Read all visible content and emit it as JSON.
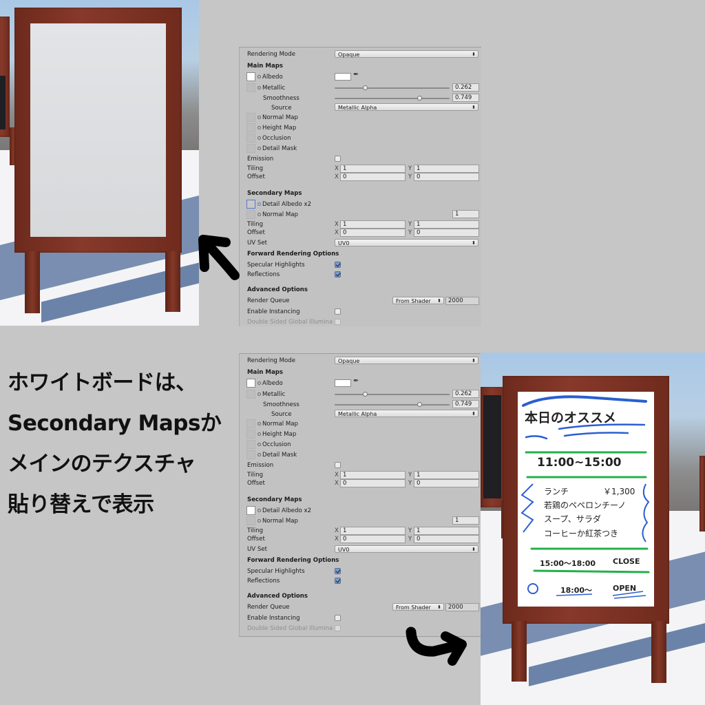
{
  "caption": {
    "lines": [
      "ホワイトボードは、",
      "Secondary Mapsか",
      "メインのテクスチャ",
      "貼り替えで表示"
    ]
  },
  "colors": {
    "background": "#c6c6c6",
    "panel": "#c2c2c2",
    "frame_wood": "#7b3323",
    "shadow": "#6b83a8",
    "marker_blue": "#2a5fcf",
    "marker_green": "#23b04a",
    "checkbox_on": "#7f98c5"
  },
  "inspector_top": {
    "rendering_mode_label": "Rendering Mode",
    "rendering_mode_value": "Opaque",
    "main_maps_header": "Main Maps",
    "albedo_label": "Albedo",
    "metallic_label": "Metallic",
    "metallic_value": "0.262",
    "smoothness_label": "Smoothness",
    "smoothness_value": "0.749",
    "source_label": "Source",
    "source_value": "Metallic Alpha",
    "normal_map_label": "Normal Map",
    "height_map_label": "Height Map",
    "occlusion_label": "Occlusion",
    "detail_mask_label": "Detail Mask",
    "emission_label": "Emission",
    "tiling_label": "Tiling",
    "tiling_x": "1",
    "tiling_y": "1",
    "offset_label": "Offset",
    "offset_x": "0",
    "offset_y": "0",
    "secondary_maps_header": "Secondary Maps",
    "detail_albedo_label": "Detail Albedo x2",
    "sec_normal_map_label": "Normal Map",
    "sec_normal_scale": "1",
    "sec_tiling_label": "Tiling",
    "sec_tiling_x": "1",
    "sec_tiling_y": "1",
    "sec_offset_label": "Offset",
    "sec_offset_x": "0",
    "sec_offset_y": "0",
    "uv_set_label": "UV Set",
    "uv_set_value": "UV0",
    "forward_header": "Forward Rendering Options",
    "specular_label": "Specular Highlights",
    "reflections_label": "Reflections",
    "advanced_header": "Advanced Options",
    "render_queue_label": "Render Queue",
    "render_queue_mode": "From Shader",
    "render_queue_value": "2000",
    "instancing_label": "Enable Instancing",
    "double_sided_label": "Double Sided Global Illumina",
    "axis_x": "X",
    "axis_y": "Y",
    "dropdown_arrow": "⬍"
  },
  "inspector_bottom": {
    "rendering_mode_label": "Rendering Mode",
    "rendering_mode_value": "Opaque",
    "main_maps_header": "Main Maps",
    "albedo_label": "Albedo",
    "metallic_label": "Metallic",
    "metallic_value": "0.262",
    "smoothness_label": "Smoothness",
    "smoothness_value": "0.749",
    "source_label": "Source",
    "source_value": "Metallic Alpha",
    "normal_map_label": "Normal Map",
    "height_map_label": "Height Map",
    "occlusion_label": "Occlusion",
    "detail_mask_label": "Detail Mask",
    "emission_label": "Emission",
    "tiling_label": "Tiling",
    "tiling_x": "1",
    "tiling_y": "1",
    "offset_label": "Offset",
    "offset_x": "0",
    "offset_y": "0",
    "secondary_maps_header": "Secondary Maps",
    "detail_albedo_label": "Detail Albedo x2",
    "sec_normal_map_label": "Normal Map",
    "sec_normal_scale": "1",
    "sec_tiling_label": "Tiling",
    "sec_tiling_x": "1",
    "sec_tiling_y": "1",
    "sec_offset_label": "Offset",
    "sec_offset_x": "0",
    "sec_offset_y": "0",
    "uv_set_label": "UV Set",
    "uv_set_value": "UV0",
    "forward_header": "Forward Rendering Options",
    "specular_label": "Specular Highlights",
    "reflections_label": "Reflections",
    "advanced_header": "Advanced Options",
    "render_queue_label": "Render Queue",
    "render_queue_mode": "From Shader",
    "render_queue_value": "2000",
    "instancing_label": "Enable Instancing",
    "double_sided_label": "Double Sided Global Illumina",
    "axis_x": "X",
    "axis_y": "Y",
    "dropdown_arrow": "⬍"
  },
  "whiteboard": {
    "title": "本日のオススメ",
    "lunch_hours": "11:00~15:00",
    "menu": [
      {
        "text": "ランチ",
        "price": "￥1,300"
      },
      {
        "text": "若鶏のペペロンチーノ"
      },
      {
        "text": "スープ、サラダ"
      },
      {
        "text": "コーヒーか紅茶つき"
      }
    ],
    "close_hours": "15:00〜18:00",
    "close_label": "CLOSE",
    "open_time": "18:00〜",
    "open_label": "OPEN"
  }
}
